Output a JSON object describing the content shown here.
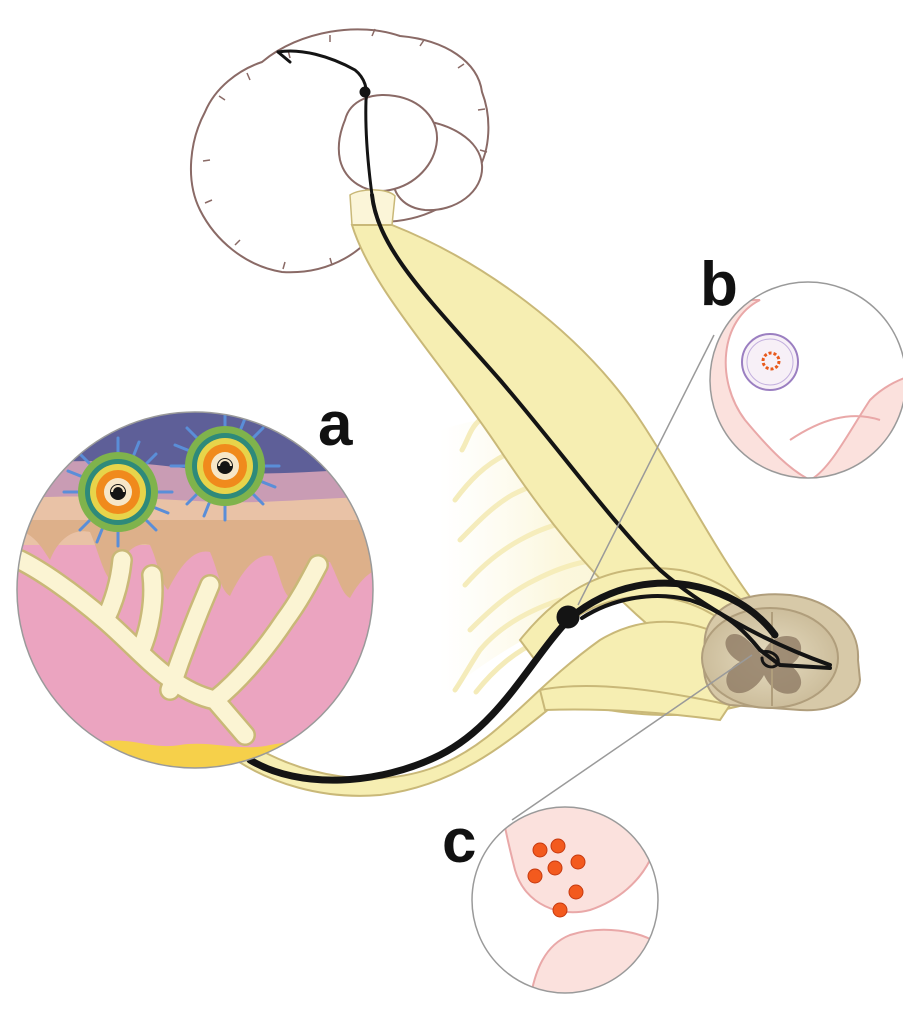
{
  "labels": {
    "a": "a",
    "b": "b",
    "c": "c"
  },
  "colors": {
    "nerve_fill": "#f6eeb2",
    "nerve_stroke": "#c9b878",
    "axon": "#141414",
    "brain_stroke": "#8a6a66",
    "skin_top": "#5e5f98",
    "skin_mauve": "#c99cb4",
    "skin_tan": "#ddb08a",
    "skin_pink": "#eba4c0",
    "fat_yellow": "#f6d04a",
    "virus_envelope": "#7fb34c",
    "virus_spike": "#5a8ed8",
    "virus_capsid": "#f08a1c",
    "vesicle": "#f35a1e",
    "spinal_cord": "#cbbd9e",
    "grey_matter": "#8e7a64",
    "cell_outline": "#e9a8a8"
  },
  "icons": {
    "virus": "herpes-virion-icon",
    "vesicle": "virus-vesicle-icon"
  }
}
